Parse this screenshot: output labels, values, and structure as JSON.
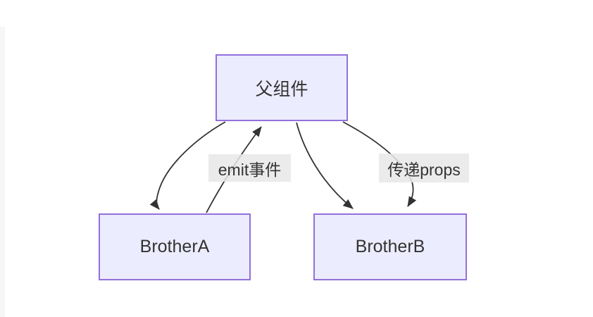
{
  "diagram": {
    "type": "flowchart",
    "direction": "top-down",
    "nodes": [
      {
        "id": "parent",
        "label": "父组件"
      },
      {
        "id": "brotherA",
        "label": "BrotherA"
      },
      {
        "id": "brotherB",
        "label": "BrotherB"
      }
    ],
    "edges": [
      {
        "from": "父组件",
        "to": "BrotherA",
        "label": ""
      },
      {
        "from": "BrotherA",
        "to": "父组件",
        "label": "emit事件"
      },
      {
        "from": "父组件",
        "to": "BrotherB",
        "label": ""
      },
      {
        "from": "父组件",
        "to": "BrotherB",
        "label": "传递props"
      }
    ],
    "colors": {
      "node_fill": "#ECECFF",
      "node_border": "#9370DB",
      "edge_stroke": "#333333",
      "edge_label_bg": "#e8e8e8",
      "text": "#333333",
      "background": "#ffffff"
    }
  }
}
